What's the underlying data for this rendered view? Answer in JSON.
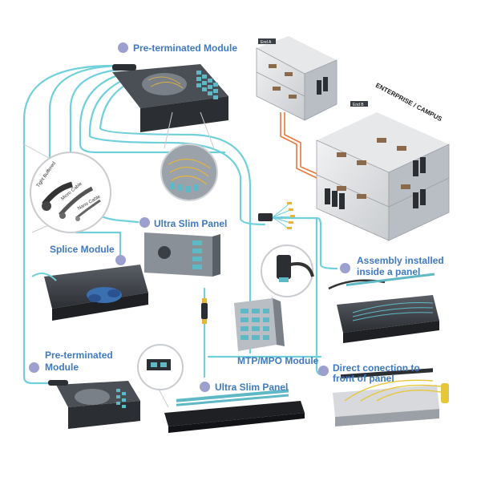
{
  "labels": {
    "pre_terminated_top": "Pre-terminated Module",
    "ultra_slim_panel_1": "Ultra Slim Panel",
    "splice_module": "Splice Module",
    "assembly_line1": "Assembly installed",
    "assembly_line2": "inside a panel",
    "mtp_mpo_module": "MTP/MPO Module",
    "pre_terminated_bottom_line1": "Pre-terminated",
    "pre_terminated_bottom_line2": "Module",
    "ultra_slim_panel_2": "Ultra Slim Panel",
    "direct_line1": "Direct conection to",
    "direct_line2": "front of panel"
  },
  "building": {
    "enterprise_campus": "ENTERPRISE / CAMPUS",
    "end_a": "End A",
    "end_b": "End B"
  },
  "cable_callout": {
    "tight_buffered": "Tight Buffered",
    "micro_cable": "Micro Cable",
    "nano_cable": "Nano Cable"
  },
  "colors": {
    "cable": "#6fd0dc",
    "label": "#3f79c2",
    "dot": "#9d9fcf",
    "orange_route": "#e8773a"
  }
}
